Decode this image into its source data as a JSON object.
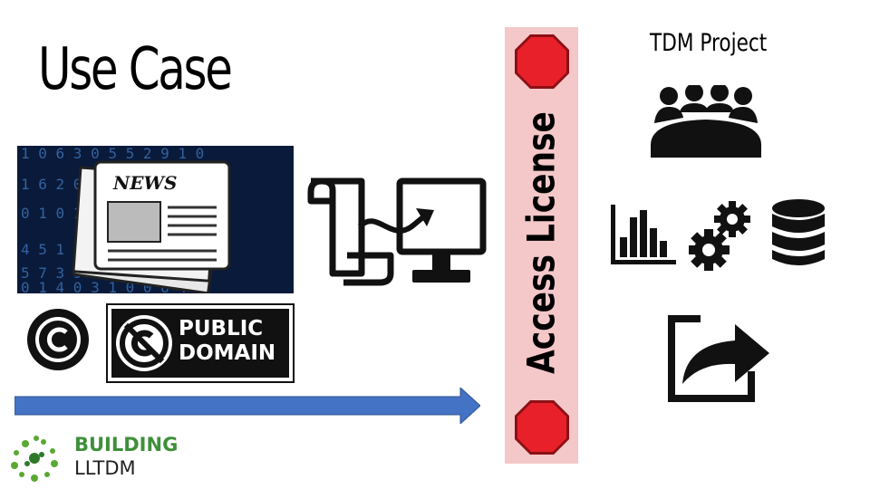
{
  "slide": {
    "title": "Use Case",
    "project_label": "TDM Project",
    "barrier_label": "Access License"
  },
  "badge": {
    "public_domain_line1": "PUBLIC",
    "public_domain_line2": "DOMAIN",
    "news_text": "NEWS"
  },
  "logo": {
    "line1": "BUILDING",
    "line2": "LLTDM"
  },
  "colors": {
    "barrier_fill": "#f4c7c8",
    "stop_red": "#e8202a",
    "arrow_blue": "#4472c4",
    "logo_green": "#3f8f3a"
  },
  "icons": [
    "newspaper-image",
    "copyright-icon",
    "public-domain-badge",
    "transfer-icon",
    "stop-sign-icon",
    "people-meeting-icon",
    "bar-chart-icon",
    "gears-icon",
    "database-icon",
    "share-icon",
    "building-lltdm-logo"
  ]
}
